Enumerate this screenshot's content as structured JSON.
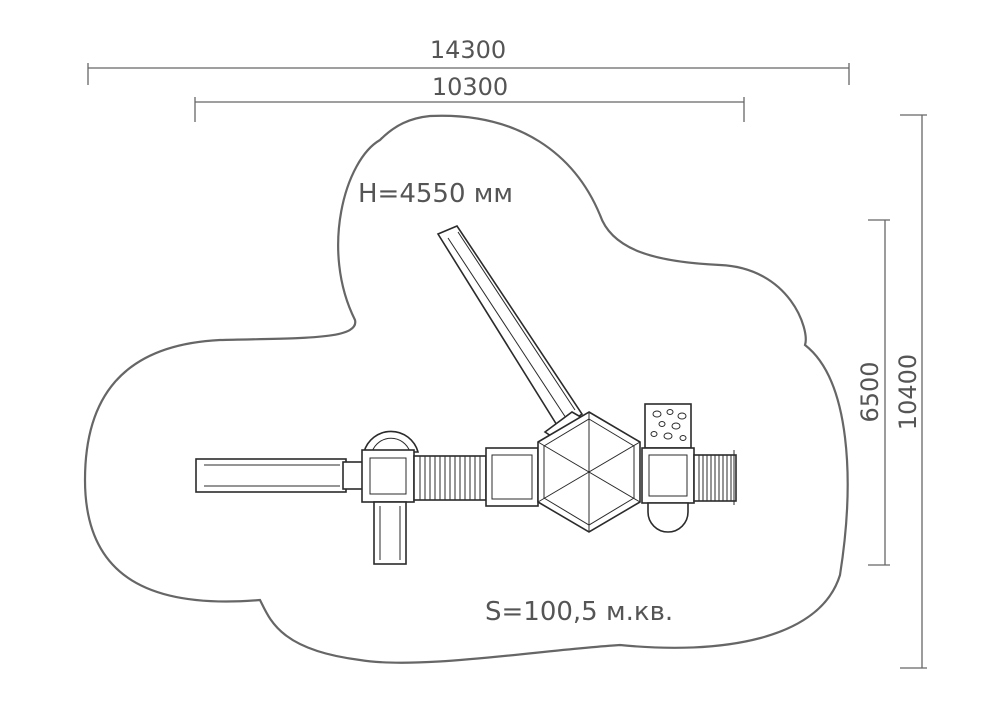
{
  "dimensions": {
    "overall_width": "14300",
    "platform_width": "10300",
    "platform_depth": "6500",
    "overall_depth": "10400"
  },
  "labels": {
    "height": "H=4550 мм",
    "area": "S=100,5 м.кв."
  },
  "colors": {
    "lines": "#666666",
    "equipment": "#2b2b2b",
    "text": "#555555"
  }
}
